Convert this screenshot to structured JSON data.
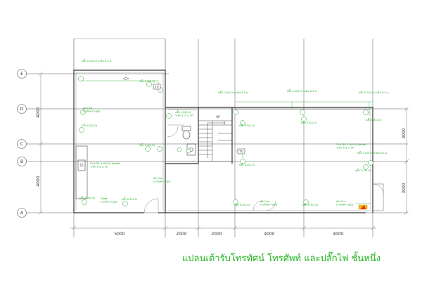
{
  "title": "แปลนเต้ารับโทรทัศน์ โทรศัพท์ และปลั๊กไฟ ชั้นหนึ่ง",
  "stair_label": "UP",
  "axes": [
    "E",
    "D",
    "C",
    "B",
    "A"
  ],
  "dims_bottom": [
    "5000",
    "2000",
    "2000",
    "4000",
    "4000"
  ],
  "dims_left": [
    "4000",
    "4000"
  ],
  "dims_right": [
    "3000",
    "3000"
  ],
  "notes": {
    "room1_ac": "Air Con.",
    "room1_ac_sub": "(ระดับความสูง)",
    "room1_tv": "TV+TEL 1.0(2.0) Socket",
    "room1_tv_sub": "ระดับ 0.3 ม. LP",
    "room1_fridge": "Fixed",
    "room1_fridge_sub": "(ระดับความสูง)",
    "room2_tv": "TV+TEL 1.0(2.0) Socket",
    "room2_tv_sub": "ระดับ 0.3 ม. LP",
    "ac_small": "Air Con.",
    "ac_small_sub": "(ระดับความสูง)",
    "ac_bottom1": "Air Con.",
    "ac_bottom1_sub": "(ระดับความสูง)",
    "ac_bottom2": "Air Con.",
    "ac_bottom2_sub": "(ระดับความสูง)",
    "bath_socket": "ปลั๊ก 1.0(2.0)",
    "bath_socket_sub": "ระดับ 1.2 ม. LP"
  },
  "socket_top": "ปลั๊ก 1.0(2.0) ระดับ 0.3 ม.",
  "socket_code": "ปลั๊ก 0.3(1.0)",
  "tv_symbol": "TV"
}
